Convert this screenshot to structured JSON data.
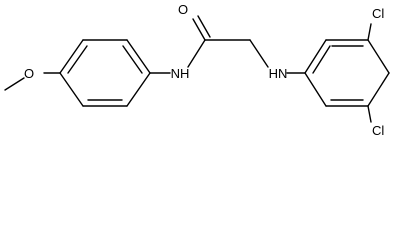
{
  "molecule": {
    "atoms": {
      "methoxy_o": "O",
      "carbonyl_o": "O",
      "amide_n": "NH",
      "amine_n": "HN",
      "cl_top": "Cl",
      "cl_bottom": "Cl"
    }
  }
}
